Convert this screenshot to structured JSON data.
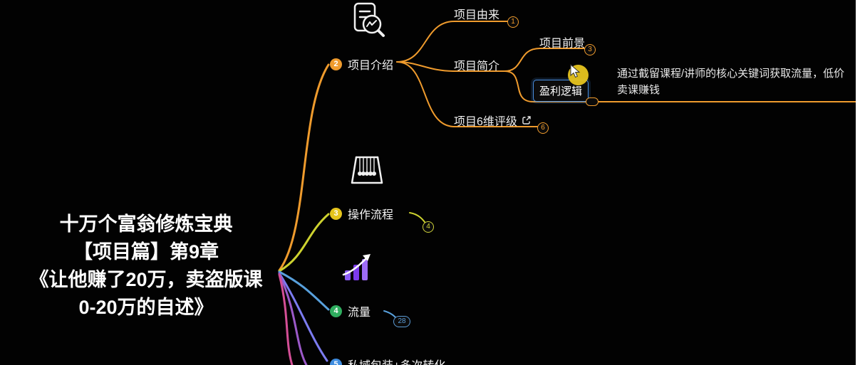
{
  "colors": {
    "orange": "#ef9b2d",
    "yellow": "#cdd22f",
    "blue": "#58a0dc",
    "indigo": "#7b7bf0",
    "purple": "#9b59c8",
    "magenta": "#d44f96",
    "selection_blue": "#4a90e2",
    "cursor_halo": "#e7c41f",
    "background": "#020202"
  },
  "root": {
    "lines": [
      "十万个富翁修炼宝典",
      "【项目篇】第9章",
      "《让他赚了20万，卖盗版课",
      "0-20万的自述》"
    ]
  },
  "topics": {
    "intro": {
      "marker": "2",
      "label": "项目介绍"
    },
    "origin": {
      "label": "项目由来",
      "badge": "1"
    },
    "brief": {
      "label": "项目简介"
    },
    "prospect": {
      "label": "项目前景",
      "badge": "3"
    },
    "profit": {
      "label": "盈利逻辑",
      "note": "通过截留课程/讲师的核心关键词获取流量，低价卖课赚钱"
    },
    "rating": {
      "label": "项目6维评级",
      "badge": "6"
    },
    "workflow": {
      "marker": "3",
      "label": "操作流程",
      "badge": "4"
    },
    "traffic": {
      "marker": "4",
      "label": "流量",
      "badge": "28"
    },
    "private_domain": {
      "marker": "5",
      "label": "私域包装+多次转化"
    }
  }
}
